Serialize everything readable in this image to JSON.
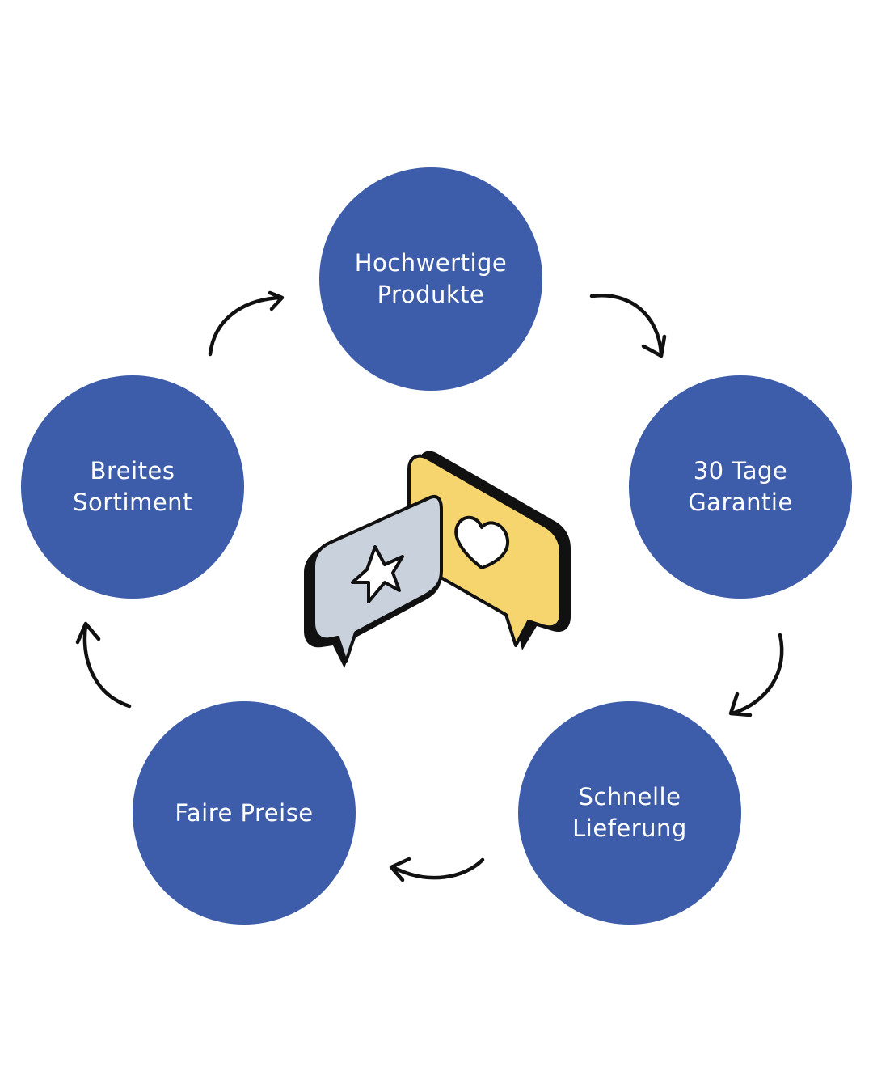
{
  "colors": {
    "node_fill": "#3d5ca9",
    "node_text": "#ffffff",
    "arrow": "#111111",
    "bubble_left": "#c8d1dc",
    "bubble_right": "#f7d56e",
    "outline": "#111111"
  },
  "nodes": [
    {
      "label": "Hochwertige\nProdukte"
    },
    {
      "label": "30 Tage\nGarantie"
    },
    {
      "label": "Schnelle\nLieferung"
    },
    {
      "label": "Faire Preise"
    },
    {
      "label": "Breites\nSortiment"
    }
  ],
  "center_illustration": {
    "icons": [
      "star-icon",
      "heart-icon"
    ]
  }
}
